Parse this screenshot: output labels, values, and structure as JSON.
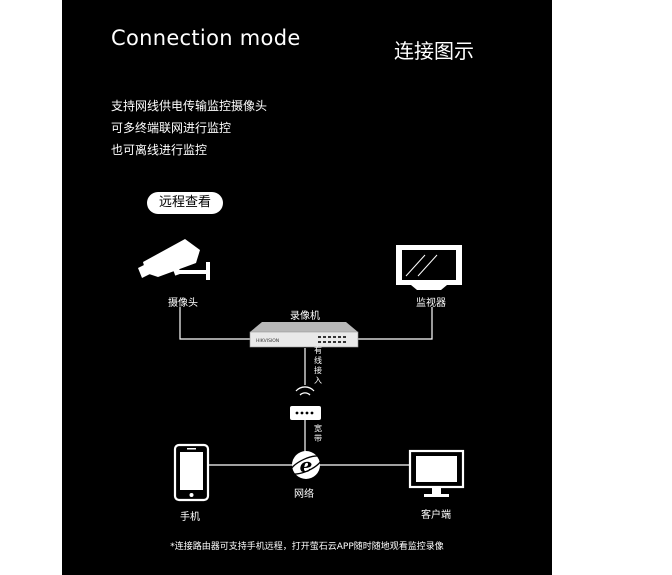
{
  "header": {
    "title_en": "Connection mode",
    "title_cn": "连接图示"
  },
  "features": [
    "支持网线供电传输监控摄像头",
    "可多终端联网进行监控",
    "也可离线进行监控"
  ],
  "remote_pill": "远程查看",
  "diagram": {
    "camera_label": "摄像头",
    "nvr_label": "录像机",
    "monitor_label": "监视器",
    "nvr_brand": "HIKVISION",
    "wired_label": "有线接入",
    "broadband_label": "宽带",
    "network_label": "网络",
    "phone_label": "手机",
    "client_label": "客户端"
  },
  "footnote": "*连接路由器可支持手机远程，打开萤石云APP随时随地观看监控录像",
  "colors": {
    "background": "#000000",
    "foreground": "#ffffff",
    "page": "#ffffff"
  },
  "icons": [
    "camera-icon",
    "nvr-icon",
    "monitor-icon",
    "router-icon",
    "wifi-icon",
    "ie-icon",
    "phone-icon",
    "client-computer-icon"
  ]
}
